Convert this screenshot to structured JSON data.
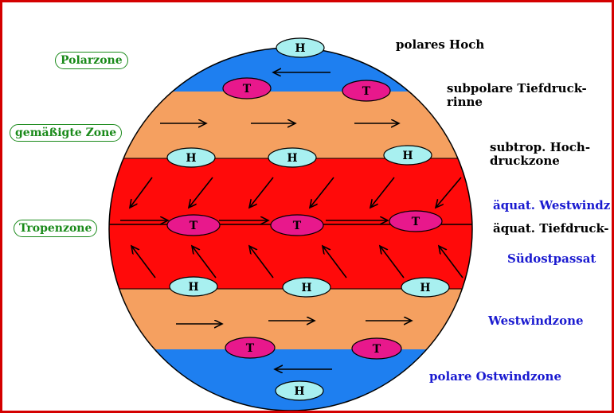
{
  "colors": {
    "polar": "#1e7ff0",
    "temperate": "#f5a060",
    "tropic": "#ff0a0a",
    "high_fill": "#a8f0f0",
    "low_fill": "#e8188c",
    "zone_text": "#1a8a1a",
    "label_blue": "#1a1ad0",
    "frame": "#d40000"
  },
  "zones": {
    "polar": "Polarzone",
    "temperate": "gemäßigte Zone",
    "tropic": "Tropenzone"
  },
  "labels": {
    "polar_high": "polares Hoch",
    "subpolar_low_1": "subpolare Tiefdruck-",
    "subpolar_low_2": "rinne",
    "subtrop_high_1": "subtrop. Hoch-",
    "subtrop_high_2": "druckzone",
    "equ_westwinds": "äquat. Westwindz",
    "equ_low": "äquat. Tiefdruck-",
    "southeast_trades": "Südostpassat",
    "westwind_zone": "Westwindzone",
    "polar_east": "polare Ostwindzone"
  },
  "pressure": {
    "high": "H",
    "low": "T"
  }
}
